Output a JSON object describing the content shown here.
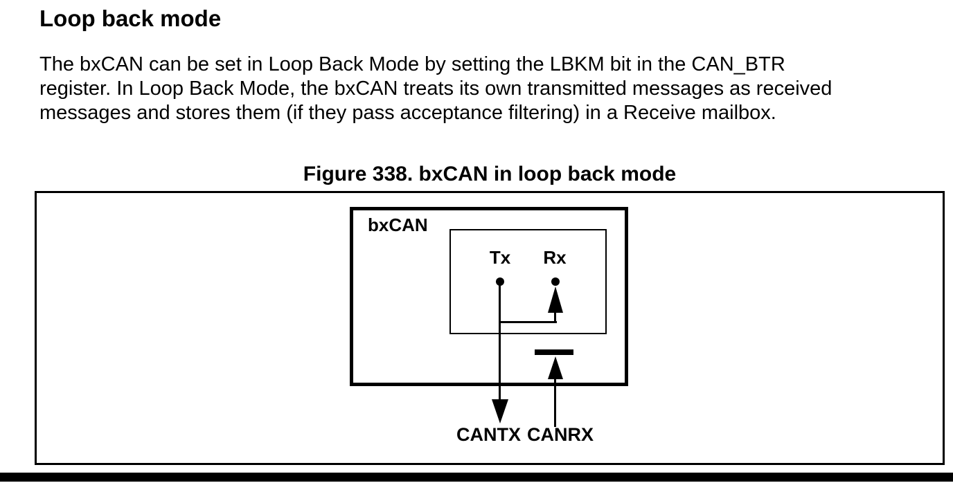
{
  "page": {
    "background_color": "#ffffff",
    "text_color": "#000000",
    "line_color": "#000000"
  },
  "section": {
    "heading": "Loop back mode",
    "paragraph_lines": [
      "The bxCAN can be set in Loop Back Mode by setting the LBKM bit in the CAN_BTR",
      "register. In Loop Back Mode, the bxCAN treats its own transmitted messages as received",
      "messages and stores them (if they pass acceptance filtering) in a Receive mailbox."
    ]
  },
  "figure": {
    "caption": "Figure 338. bxCAN in loop back mode",
    "block_label": "bxCAN",
    "tx_pin_label": "Tx",
    "rx_pin_label": "Rx",
    "cantx_label": "CANTX",
    "canrx_label": "CANRX"
  },
  "footer": {
    "bar_color": "#000000"
  }
}
